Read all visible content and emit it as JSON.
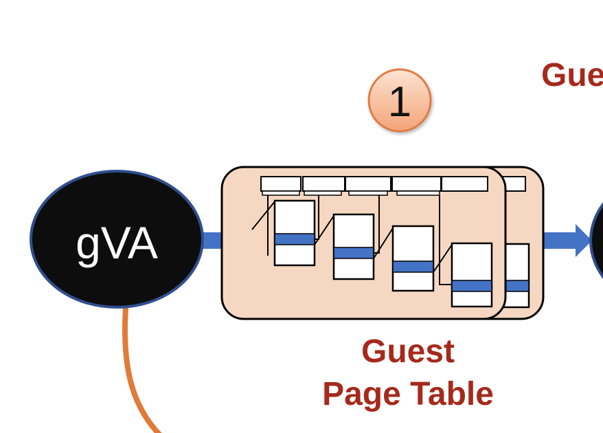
{
  "nodes": {
    "gva": {
      "label": "gVA"
    },
    "step_badge": {
      "label": "1"
    }
  },
  "labels": {
    "guest_top": "Gue",
    "guest_page_table_line1": "Guest",
    "guest_page_table_line2": "Page Table"
  },
  "colors": {
    "node_fill": "#0d0d0d",
    "node_stroke": "#2f4f8f",
    "arrow_blue": "#4472c4",
    "badge_fill": "#f8c8a8",
    "badge_stroke": "#e07b45",
    "table_fill": "#f6d8c2",
    "entry_highlight": "#4472c4",
    "label_red": "#a52a1c",
    "curve_orange": "#e07b39"
  }
}
